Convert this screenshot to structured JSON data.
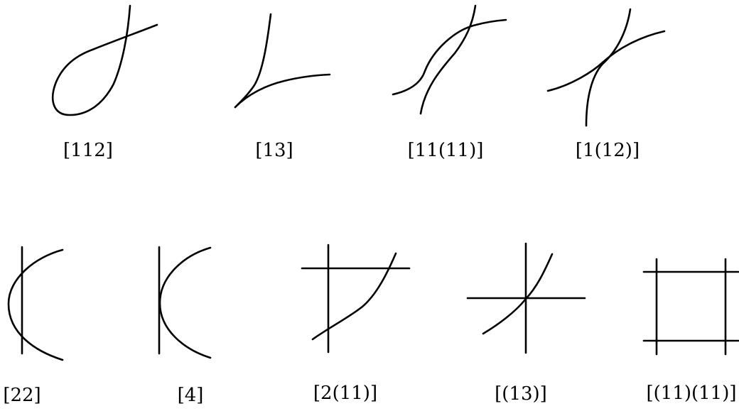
{
  "labels": {
    "p112": "[112]",
    "p13": "[13]",
    "p11_11": "[11(11)]",
    "p1_12": "[1(12)]",
    "p22": "[22]",
    "p4": "[4]",
    "p2_11": "[2(11)]",
    "p_13": "[(13)]",
    "p_11_11": "[(11)(11)]"
  },
  "style": {
    "stroke_color": "#000000",
    "background": "#ffffff"
  }
}
